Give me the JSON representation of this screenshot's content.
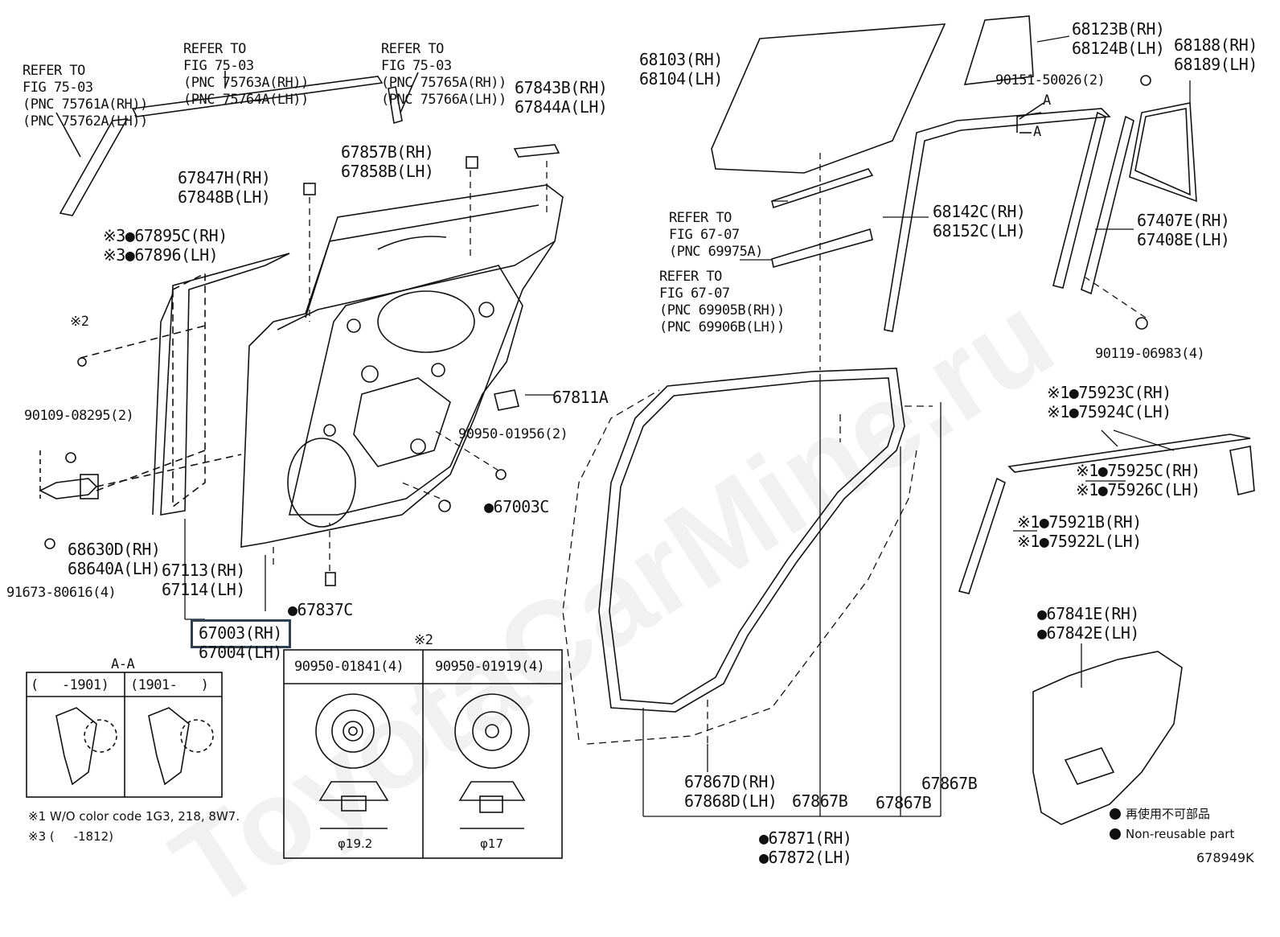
{
  "watermark": "ToyotaCarMine.ru",
  "refs": {
    "r1": [
      "REFER TO",
      "FIG 75-03",
      "(PNC 75761A(RH))",
      "(PNC 75762A(LH))"
    ],
    "r2": [
      "REFER TO",
      "FIG 75-03",
      "(PNC 75763A(RH))",
      "(PNC 75764A(LH))"
    ],
    "r3": [
      "REFER TO",
      "FIG 75-03",
      "(PNC 75765A(RH))",
      "(PNC 75766A(LH))"
    ],
    "r4": [
      "REFER TO",
      "FIG 67-07",
      "(PNC 69975A)"
    ],
    "r5": [
      "REFER TO",
      "FIG 67-07",
      "(PNC 69905B(RH))",
      "(PNC 69906B(LH))"
    ]
  },
  "parts": {
    "p67843": [
      "67843B(RH)",
      "67844A(LH)"
    ],
    "p67857": [
      "67857B(RH)",
      "67858B(LH)"
    ],
    "p67847": [
      "67847H(RH)",
      "67848B(LH)"
    ],
    "p67895": [
      "※3●67895C(RH)",
      "※3●67896(LH)"
    ],
    "note2a": "※2",
    "p90109": "90109-08295(2)",
    "p68630": [
      "68630D(RH)",
      "68640A(LH)"
    ],
    "p91673": "91673-80616(4)",
    "p67113": [
      "67113(RH)",
      "67114(LH)"
    ],
    "p67003main": [
      "67003(RH)",
      "67004(LH)"
    ],
    "p67837": "●67837C",
    "p67003c": "●67003C",
    "p90950": "90950-01956(2)",
    "p67811": "67811A",
    "p68103": [
      "68103(RH)",
      "68104(LH)"
    ],
    "p68123": [
      "68123B(RH)",
      "68124B(LH)"
    ],
    "p68188": [
      "68188(RH)",
      "68189(LH)"
    ],
    "p90151": "90151-50026(2)",
    "p68142": [
      "68142C(RH)",
      "68152C(LH)"
    ],
    "p67407": [
      "67407E(RH)",
      "67408E(LH)"
    ],
    "p90119": "90119-06983(4)",
    "p75923": [
      "※1●75923C(RH)",
      "※1●75924C(LH)"
    ],
    "p75925": [
      "※1●75925C(RH)",
      "※1●75926C(LH)"
    ],
    "p75921": [
      "※1●75921B(RH)",
      "※1●75922L(LH)"
    ],
    "p67841": [
      "●67841E(RH)",
      "●67842E(LH)"
    ],
    "p67867d": [
      "67867D(RH)",
      "67868D(LH)"
    ],
    "p67867b1": "67867B",
    "p67867b2": "67867B",
    "p67867b3": "67867B",
    "p67871": [
      "●67871(RH)",
      "●67872(LH)"
    ],
    "arrowA1": "A",
    "arrowA2": "A"
  },
  "section_aa": {
    "title": "A-A",
    "col1": "(   -1901)",
    "col2": "(1901-   )"
  },
  "clip_table": {
    "note": "※2",
    "col1": "90950-01841(4)",
    "col2": "90950-01919(4)",
    "dim1": "φ19.2",
    "dim2": "φ17"
  },
  "footnotes": {
    "n1": "※1 W/O color code 1G3, 218, 8W7.",
    "n3": "※3 (     -1812)"
  },
  "legend": {
    "jp": "再使用不可部品",
    "en": "Non-reusable part"
  },
  "figure_id": "678949K"
}
